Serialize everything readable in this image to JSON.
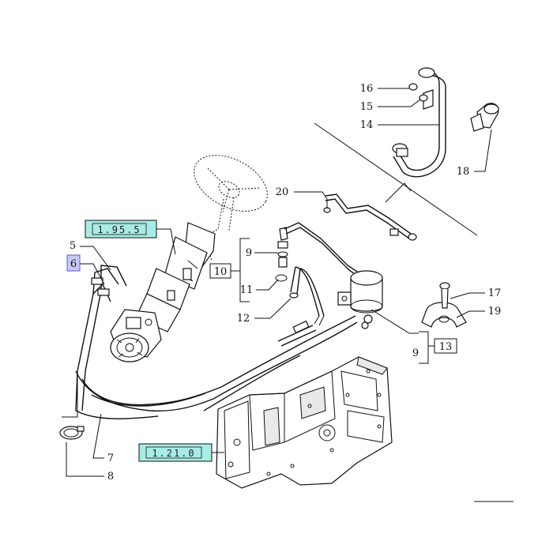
{
  "diagram": {
    "ref_boxes": {
      "steering": "1.95.5",
      "gearbox": "1.21.0"
    },
    "box_labels": {
      "group_10": "10",
      "group_13": "13"
    },
    "callouts": {
      "c5": "5",
      "c6": "6",
      "c7": "7",
      "c8": "8",
      "c9a": "9",
      "c9b": "9",
      "c11": "11",
      "c12": "12",
      "c14": "14",
      "c15": "15",
      "c16": "16",
      "c17": "17",
      "c18": "18",
      "c19": "19",
      "c20": "20"
    },
    "colors": {
      "ref_fill": "#a8ece6",
      "highlight_fill": "#c6c8f5",
      "highlight_stroke": "#5a5ad0",
      "line": "#111111"
    }
  }
}
